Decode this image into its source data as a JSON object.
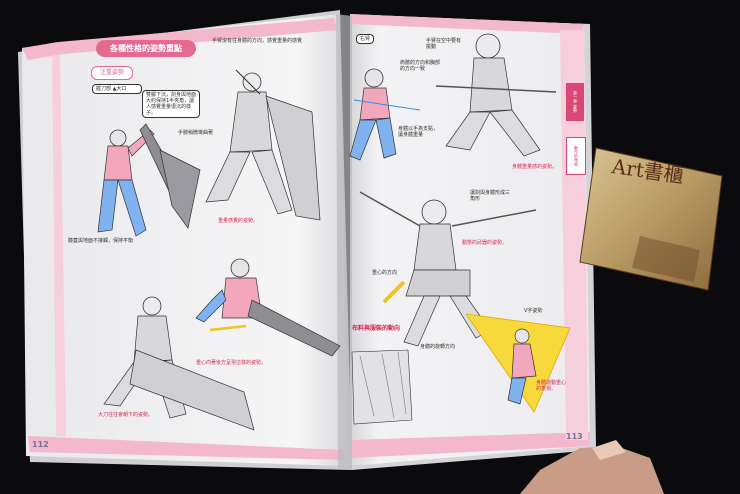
{
  "left_page": {
    "title": "各種性格的姿勢重點",
    "subtitle": "注重姿勢",
    "page_number": "112",
    "labels": {
      "l1": "握刀部 ▲大口",
      "l2": "雙腳下沉，劍身與地面大約保持1半夾角，讓人感覺重量很沉的樣子。",
      "l3": "手腕稍微彎曲著",
      "l4": "手臂沒有往身體的方向，感覺重量的感覺",
      "l5": "膝蓋與地面不接觸，保持平衡",
      "red1": "重量感覺的姿勢。",
      "red2": "重心向著後方呈現這樣的姿勢。",
      "red3": "大刀往往會朝下的姿勢。"
    }
  },
  "right_page": {
    "page_number": "113",
    "labels": {
      "r1": "右臂",
      "r2": "肩膀的方向和胸部的方向一致",
      "r3": "手臂在空中要有擺動",
      "r4": "身體以手為支點，讓身體重量",
      "r5": "讓劍與身體形成三角形",
      "r6": "重心的方向",
      "r7": "V字姿勢",
      "r8": "身體的旋轉方向",
      "section": "布料與服裝的動向",
      "red1": "身體重量感的姿勢。",
      "red2": "動態的武器的姿勢。",
      "red3": "身體運動重心的表現。"
    },
    "side_tab": "第一章 姿勢",
    "side_tab2": "動作的角度"
  },
  "card": {
    "text": "Art書櫃"
  }
}
